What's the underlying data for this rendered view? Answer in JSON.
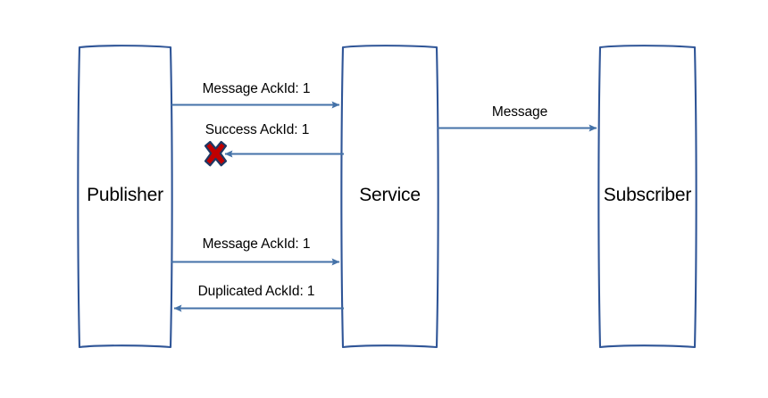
{
  "diagram": {
    "type": "sequence-diagram",
    "background_color": "#ffffff",
    "box_border_color": "#2f5597",
    "arrow_color": "#4472a8",
    "text_color": "#000000",
    "error_marker_fill": "#c00000",
    "error_marker_outline": "#1f3864",
    "participants": [
      {
        "id": "publisher",
        "label": "Publisher"
      },
      {
        "id": "service",
        "label": "Service"
      },
      {
        "id": "subscriber",
        "label": "Subscriber"
      }
    ],
    "messages": [
      {
        "id": "msg1",
        "label": "Message AckId: 1",
        "from": "publisher",
        "to": "service",
        "direction": "right",
        "failed": false
      },
      {
        "id": "msg2",
        "label": "Success AckId: 1",
        "from": "service",
        "to": "publisher",
        "direction": "left",
        "failed": true
      },
      {
        "id": "msg3",
        "label": "Message",
        "from": "service",
        "to": "subscriber",
        "direction": "right",
        "failed": false
      },
      {
        "id": "msg4",
        "label": "Message AckId: 1",
        "from": "publisher",
        "to": "service",
        "direction": "right",
        "failed": false
      },
      {
        "id": "msg5",
        "label": "Duplicated AckId: 1",
        "from": "service",
        "to": "publisher",
        "direction": "left",
        "failed": false
      }
    ],
    "markers": [
      {
        "id": "failure-x",
        "name": "red-x-icon",
        "on_message": "msg2"
      }
    ]
  }
}
